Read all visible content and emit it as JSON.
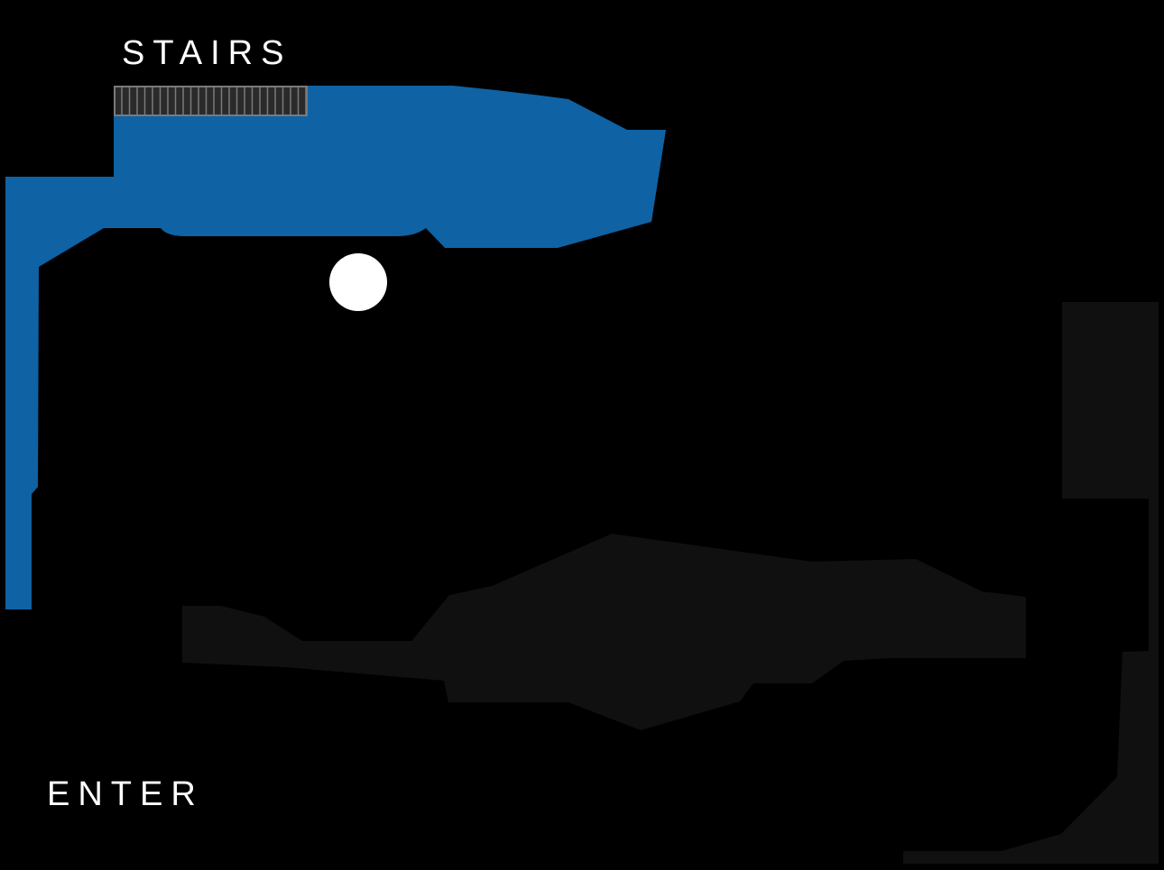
{
  "labels": {
    "stairs": "STAIRS",
    "enter": "ENTER"
  },
  "colors": {
    "background": "#000000",
    "explored_region": "#0f62a3",
    "unexplored_region": "#101010",
    "stairs_fill": "#2a2a2a",
    "stairs_stroke": "#7a7a7a",
    "player_marker": "#ffffff",
    "label_text": "#ffffff"
  },
  "icons": {
    "player": "player-position-marker",
    "stairs": "stairs-icon"
  }
}
